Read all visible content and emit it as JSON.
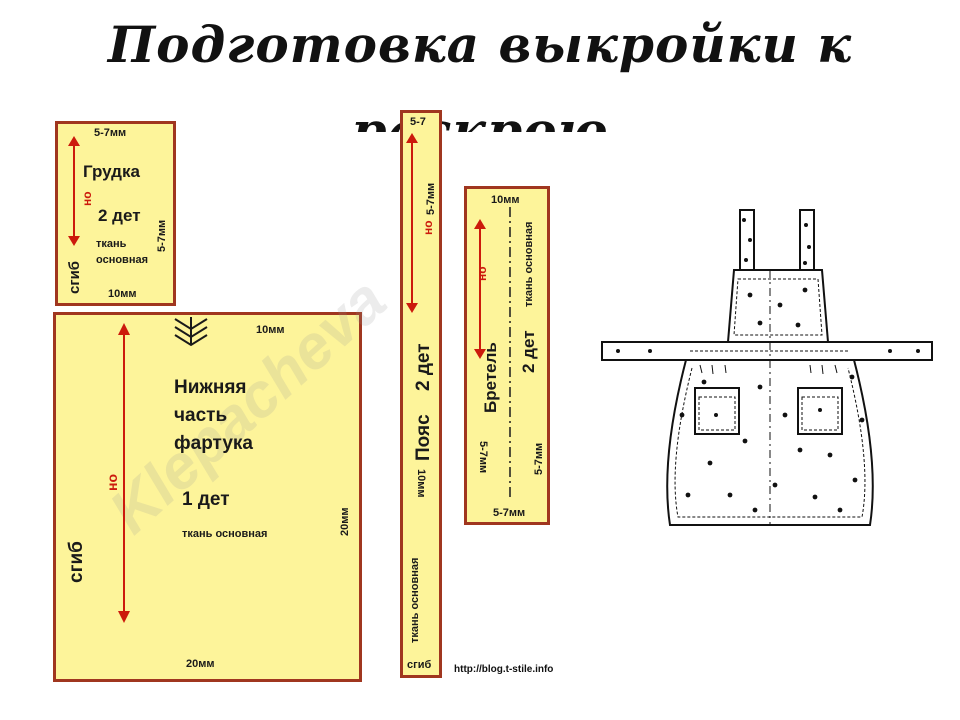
{
  "title": "Подготовка выкройки к раскрою",
  "pieces": {
    "bib": {
      "name": "Грудка",
      "count": "2 дет",
      "fabric_line1": "ткань",
      "fabric_line2": "основная",
      "fold": "сгиб",
      "grain": "но",
      "allowance_top": "5-7мм",
      "allowance_side": "5-7мм",
      "allowance_bottom": "10мм"
    },
    "skirt": {
      "name_line1": "Нижняя",
      "name_line2": "часть",
      "name_line3": "фартука",
      "count": "1 дет",
      "fabric": "ткань основная",
      "fold": "сгиб",
      "grain": "но",
      "allowance_top": "10мм",
      "allowance_side": "20мм",
      "allowance_bottom": "20мм"
    },
    "belt": {
      "name": "Пояс",
      "count": "2 дет",
      "fabric": "ткань основная",
      "fold": "сгиб",
      "grain": "но",
      "allowance_top": "5-7",
      "allowance_side": "5-7мм",
      "allowance_mid": "10мм"
    },
    "strap": {
      "name": "Бретель",
      "count": "2 дет",
      "fabric": "ткань основная",
      "grain": "но",
      "allowance_top": "10мм",
      "allowance_left": "5-7мм",
      "allowance_right": "5-7мм",
      "allowance_bottom": "5-7мм"
    }
  },
  "watermark": "Klepacheva",
  "source": "http://blog.t-stile.info",
  "colors": {
    "fill": "#fdf49a",
    "border": "#a0361f",
    "arrow": "#cc1a0c"
  }
}
